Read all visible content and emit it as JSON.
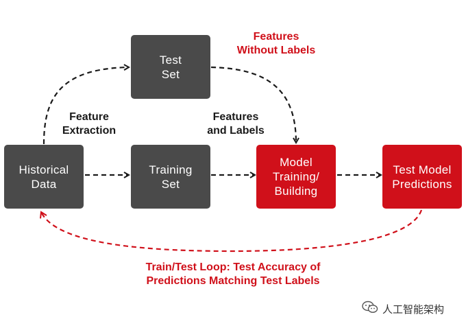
{
  "colors": {
    "box_gray": "#4a4a4a",
    "box_red": "#d0101a",
    "text_red": "#d0101a",
    "arrow_black": "#1a1a1a"
  },
  "boxes": {
    "test_set": "Test\nSet",
    "historical_data": "Historical\nData",
    "training_set": "Training\nSet",
    "model_training": "Model\nTraining/\nBuilding",
    "test_model": "Test Model\nPredictions"
  },
  "labels": {
    "features_without_labels": "Features\nWithout Labels",
    "feature_extraction": "Feature\nExtraction",
    "features_and_labels": "Features\nand Labels",
    "train_test_loop": "Train/Test Loop: Test Accuracy of\nPredictions Matching Test Labels"
  },
  "watermark": {
    "icon": "wechat-icon",
    "text": "人工智能架构"
  }
}
